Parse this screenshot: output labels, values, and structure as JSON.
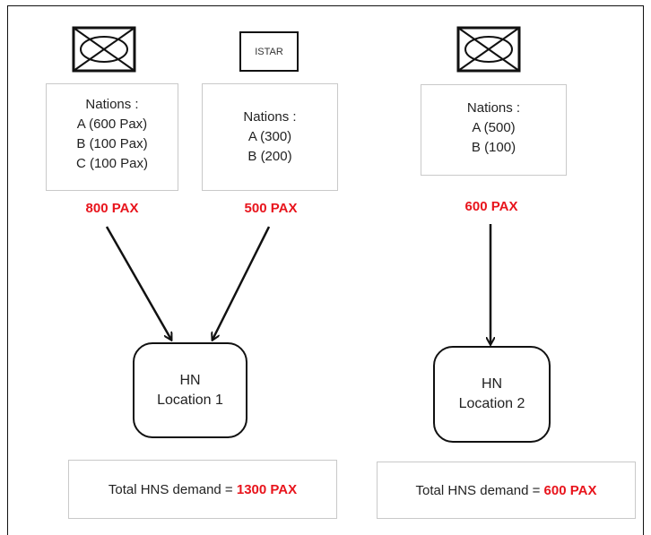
{
  "units": [
    {
      "symbol": "crossed-box-oval",
      "nations_label": "Nations :",
      "nations": [
        "A (600 Pax)",
        "B (100 Pax)",
        "C (100 Pax)"
      ],
      "pax": "800 PAX"
    },
    {
      "symbol": "istar-box",
      "symbol_label": "ISTAR",
      "nations_label": "Nations :",
      "nations": [
        "A (300)",
        "B (200)"
      ],
      "pax": "500 PAX"
    },
    {
      "symbol": "crossed-box-oval",
      "nations_label": "Nations :",
      "nations": [
        "A (500)",
        "B (100)"
      ],
      "pax": "600 PAX"
    }
  ],
  "locations": [
    {
      "line1": "HN",
      "line2": "Location 1",
      "total_label": "Total HNS demand = ",
      "total_value": "1300 PAX"
    },
    {
      "line1": "HN",
      "line2": "Location 2",
      "total_label": "Total HNS demand = ",
      "total_value": "600 PAX"
    }
  ],
  "colors": {
    "highlight": "#e8141c",
    "border": "#111111",
    "box_border": "#c9c9c9"
  }
}
